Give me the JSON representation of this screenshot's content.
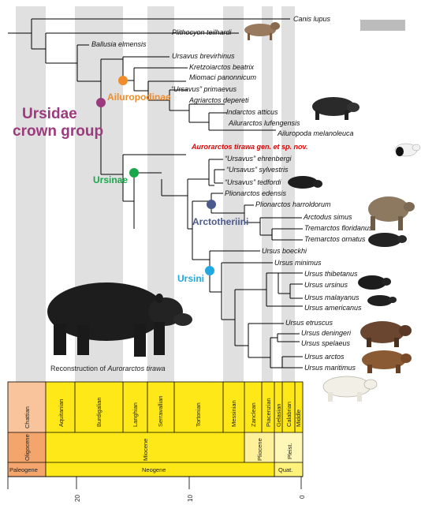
{
  "title": {
    "line1": "Ursidae",
    "line2": "crown group"
  },
  "clades": {
    "ailuropodinae": "Ailuropodinae",
    "ursinae": "Ursinae",
    "arctotheriini": "Arctotheriini",
    "ursini": "Ursini"
  },
  "taxa": [
    "Canis lupus",
    "Plithocyon teilhardi",
    "Ballusia elmensis",
    "Ursavus brevirhinus",
    "Kretzoiarctos beatrix",
    "Miomaci panonnicum",
    "“Ursavus” primaevus",
    "Agriarctos depereti",
    "Indarctos atticus",
    "Ailurarctos lufengensis",
    "Ailuropoda melanoleuca",
    "Aurorarctos tirawa gen. et sp. nov.",
    "“Ursavus” ehrenbergi",
    "“Ursavus” sylvestris",
    "“Ursavus” tedfordi",
    "Plionarctos edensis",
    "Plionarctos harroldorum",
    "Arctodus simus",
    "Tremarctos floridanus",
    "Tremarctos ornatus",
    "Ursus boeckhi",
    "Ursus minimus",
    "Ursus thibetanus",
    "Ursus ursinus",
    "Ursus malayanus",
    "Ursus americanus",
    "Ursus etruscus",
    "Ursus deningeri",
    "Ursus spelaeus",
    "Ursus arctos",
    "Ursus maritimus"
  ],
  "caption": {
    "prefix": "Reconstruction of ",
    "taxon": "Aurorarctos tirawa"
  },
  "stages": [
    "Chattian",
    "Aquitanian",
    "Burdigalian",
    "Langhian",
    "Serravallian",
    "Tortonian",
    "Messinian",
    "Zanclean",
    "Piacenzian",
    "Gelasian",
    "Calabrian",
    "Middle"
  ],
  "epochs": [
    "Oligocene",
    "Miocene",
    "Pliocene",
    "Pleist."
  ],
  "periods": [
    "Paleogene",
    "Neogene",
    "Quat."
  ],
  "axis_ticks": [
    "20",
    "10",
    "0"
  ],
  "colors": {
    "ailuropodinae": "#f08c2a",
    "ursinae": "#1aa64a",
    "arctotheriini": "#4a5a8c",
    "ursini": "#22a8e0",
    "title": "#9b3a7c",
    "red_taxon": "#e00000",
    "neogene": "#ffe818",
    "paleogene": "#f4a56b",
    "quaternary": "#fff27a"
  }
}
